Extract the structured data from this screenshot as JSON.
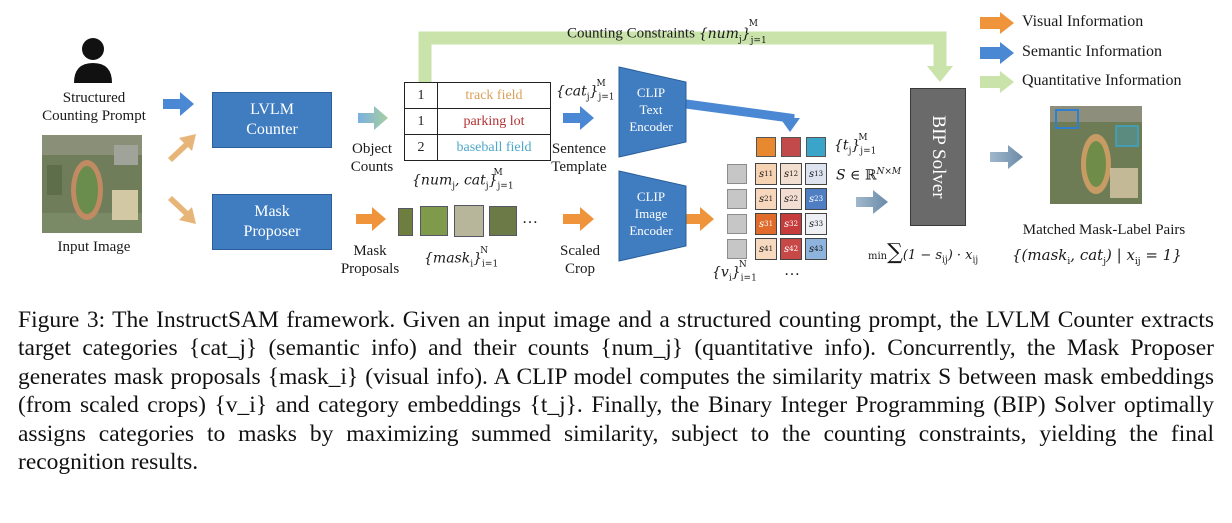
{
  "figure": {
    "legend": [
      {
        "label": "Visual Information",
        "color": "#f0943c"
      },
      {
        "label": "Semantic Information",
        "color": "#4a88d4"
      },
      {
        "label": "Quantitative Information",
        "color": "#b5d88e"
      }
    ],
    "top_constraint_label": "Counting Constraints",
    "top_constraint_math": "{num_j}_{j=1}^M",
    "input": {
      "prompt_label_line1": "Structured",
      "prompt_label_line2": "Counting Prompt",
      "image_label": "Input Image"
    },
    "lvlm_counter": {
      "line1": "LVLM",
      "line2": "Counter"
    },
    "mask_proposer": {
      "line1": "Mask",
      "line2": "Proposer"
    },
    "object_counts_label": {
      "line1": "Object",
      "line2": "Counts"
    },
    "counts_table": {
      "rows": [
        {
          "count": "1",
          "category": "track field",
          "color": "#d9a05a"
        },
        {
          "count": "1",
          "category": "parking lot",
          "color": "#b23030"
        },
        {
          "count": "2",
          "category": "baseball field",
          "color": "#4da8c8"
        }
      ],
      "math": "{num_j, cat_j}_{j=1}^M"
    },
    "mask_proposals_label": {
      "line1": "Mask",
      "line2": "Proposals"
    },
    "mask_math": "{mask_i}_{i=1}^N",
    "mask_ellipsis": "…",
    "cat_math": "{cat_j}_{j=1}^M",
    "sentence_template_label": {
      "line1": "Sentence",
      "line2": "Template"
    },
    "scaled_crop_label": {
      "line1": "Scaled",
      "line2": "Crop"
    },
    "clip_text": {
      "line1": "CLIP",
      "line2": "Text",
      "line3": "Encoder"
    },
    "clip_image": {
      "line1": "CLIP",
      "line2": "Image",
      "line3": "Encoder"
    },
    "t_math": "{t_j}_{j=1}^M",
    "v_math": "{v_i}_{i=1}^N",
    "v_ellipsis": "…",
    "s_math": "S ∈ ℝ^{N×M}",
    "similarity_matrix": {
      "cells": [
        [
          {
            "label": "s11",
            "color": "#f6d3b2"
          },
          {
            "label": "s12",
            "color": "#f3dfd0"
          },
          {
            "label": "s13",
            "color": "#dde4ef"
          }
        ],
        [
          {
            "label": "s21",
            "color": "#f6d7bd"
          },
          {
            "label": "s22",
            "color": "#f3dcd2"
          },
          {
            "label": "s23",
            "color": "#4f7fc2"
          }
        ],
        [
          {
            "label": "s31",
            "color": "#e06b2a"
          },
          {
            "label": "s32",
            "color": "#c63b3b"
          },
          {
            "label": "s33",
            "color": "#eef0f4"
          }
        ],
        [
          {
            "label": "s41",
            "color": "#f7d9bf"
          },
          {
            "label": "s42",
            "color": "#c84848"
          },
          {
            "label": "s43",
            "color": "#8eb3dc"
          }
        ]
      ],
      "category_colors": [
        "#e8882f",
        "#c24a4a",
        "#3aa5c8"
      ]
    },
    "bip_solver": "BIP Solver",
    "objective_math": "min_x Σ_{i,j} (1 − s_ij) · x_ij",
    "output_label": "Matched Mask-Label Pairs",
    "output_math": "{(mask_i, cat_j) | x_ij = 1}"
  },
  "caption": {
    "text": "Figure 3: The InstructSAM framework. Given an input image and a structured counting prompt, the LVLM Counter extracts target categories {cat_j} (semantic info) and their counts {num_j} (quantitative info). Concurrently, the Mask Proposer generates mask proposals {mask_i} (visual info). A CLIP model computes the similarity matrix S between mask embeddings (from scaled crops) {v_i} and category embeddings {t_j}. Finally, the Binary Integer Programming (BIP) Solver optimally assigns categories to masks by maximizing summed similarity, subject to the counting constraints, yielding the final recognition results."
  }
}
